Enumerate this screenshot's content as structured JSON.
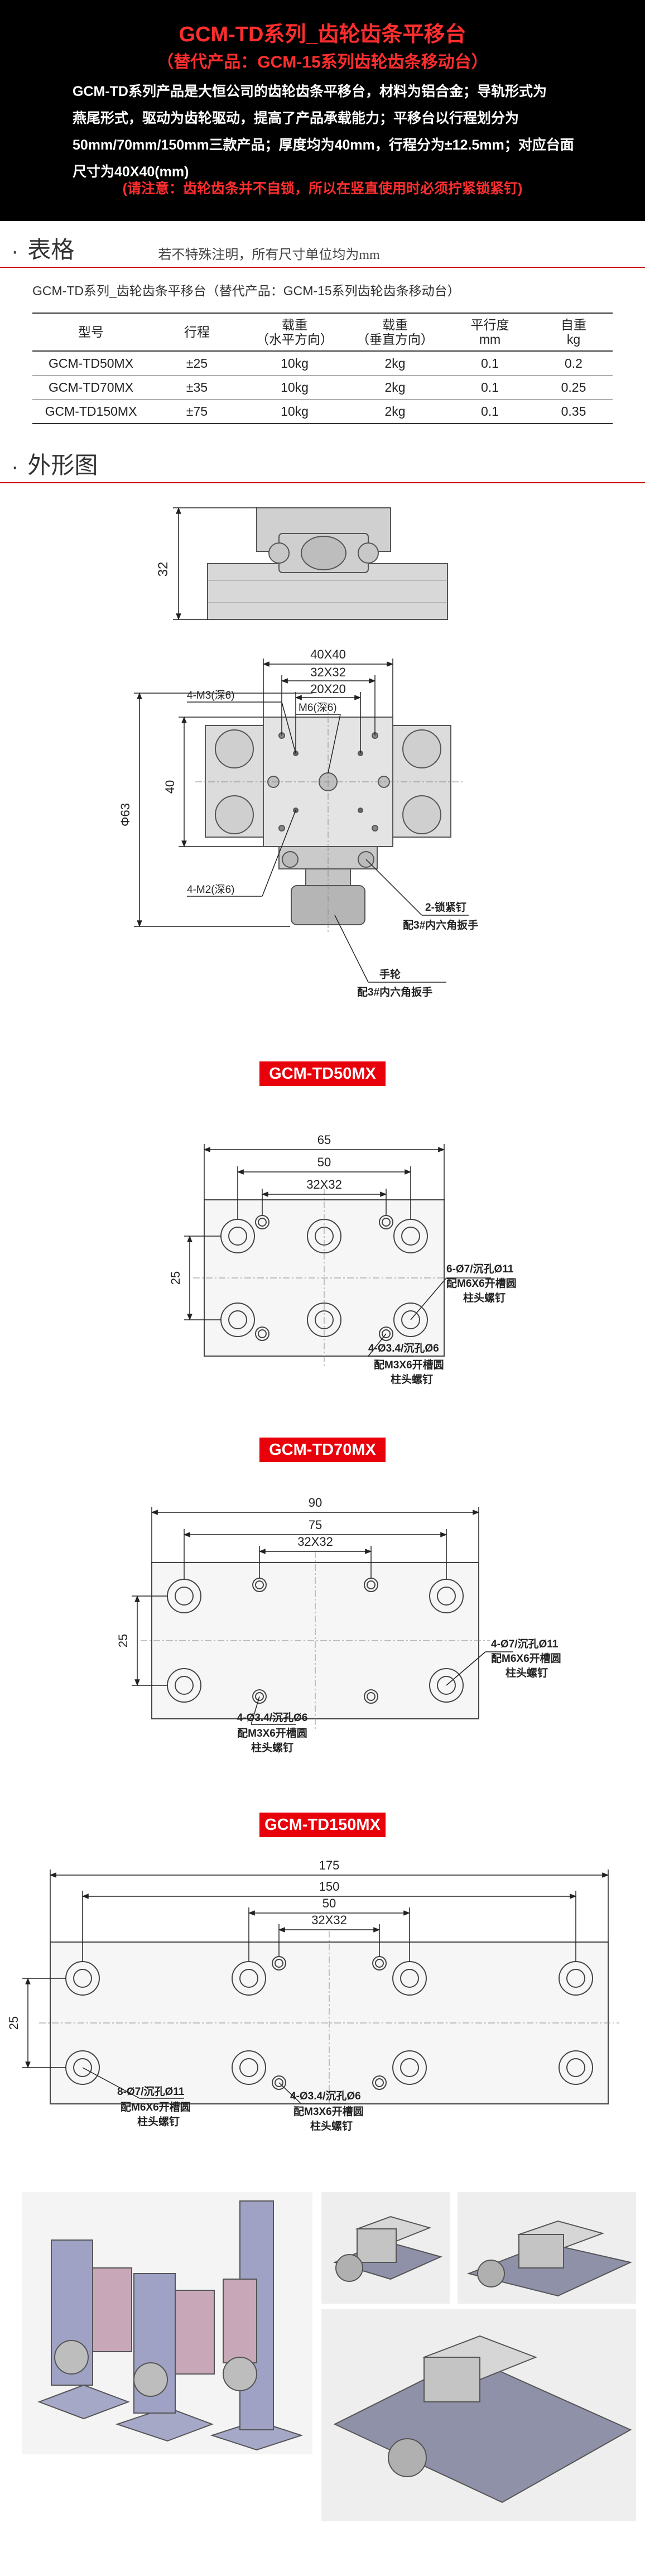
{
  "header": {
    "title": "GCM-TD系列_齿轮齿条平移台",
    "subtitle": "（替代产品：GCM-15系列齿轮齿条移动台）",
    "desc": [
      "GCM-TD系列产品是大恒公司的齿轮齿条平移台，材料为铝合金；导轨形式为",
      "燕尾形式，驱动为齿轮驱动，提高了产品承载能力；平移台以行程划分为",
      "50mm/70mm/150mm三款产品；厚度均为40mm，行程分为±12.5mm；对应台面",
      "尺寸为40X40(mm)"
    ],
    "warning": "(请注意：齿轮齿条并不自锁，所以在竖直使用时必须拧紧锁紧钉)"
  },
  "table_section": {
    "bullet": "·",
    "title": "表格",
    "note": "若不特殊注明，所有尺寸单位均为mm",
    "caption": "GCM-TD系列_齿轮齿条平移台（替代产品：GCM-15系列齿轮齿条移动台）",
    "headers": [
      [
        "型号",
        ""
      ],
      [
        "行程",
        ""
      ],
      [
        "载重",
        "（水平方向）"
      ],
      [
        "载重",
        "（垂直方向）"
      ],
      [
        "平行度",
        "mm"
      ],
      [
        "自重",
        "kg"
      ]
    ],
    "rows": [
      [
        "GCM-TD50MX",
        "±25",
        "10kg",
        "2kg",
        "0.1",
        "0.2"
      ],
      [
        "GCM-TD70MX",
        "±35",
        "10kg",
        "2kg",
        "0.1",
        "0.25"
      ],
      [
        "GCM-TD150MX",
        "±75",
        "10kg",
        "2kg",
        "0.1",
        "0.35"
      ]
    ]
  },
  "drawing_section": {
    "bullet": "·",
    "title": "外形图"
  },
  "top_drawing": {
    "dims": {
      "height32": "32",
      "w40x40": "40X40",
      "w32x32": "32X32",
      "w20x20": "20X20",
      "h40": "40",
      "phi63": "Φ63"
    },
    "labels": {
      "m3": "4-M3(深6)",
      "m6": "M6(深6)",
      "m2": "4-M2(深6)",
      "lock1": "2-锁紧钉",
      "lock2": "配3#内六角扳手",
      "wheel1": "手轮",
      "wheel2": "配3#内六角扳手"
    }
  },
  "td50": {
    "badge": "GCM-TD50MX",
    "dims": {
      "w": "65",
      "a": "50",
      "b": "32X32",
      "h": "25"
    },
    "callout_big": [
      "6-Ø7/沉孔Ø11",
      "配M6X6开槽圆",
      "柱头螺钉"
    ],
    "callout_small": [
      "4-Ø3.4/沉孔Ø6",
      "配M3X6开槽圆",
      "柱头螺钉"
    ]
  },
  "td70": {
    "badge": "GCM-TD70MX",
    "dims": {
      "w": "90",
      "a": "75",
      "b": "32X32",
      "h": "25"
    },
    "callout_big": [
      "4-Ø7/沉孔Ø11",
      "配M6X6开槽圆",
      "柱头螺钉"
    ],
    "callout_small": [
      "4-Ø3.4/沉孔Ø6",
      "配M3X6开槽圆",
      "柱头螺钉"
    ]
  },
  "td150": {
    "badge": "GCM-TD150MX",
    "dims": {
      "w": "175",
      "a": "150",
      "b": "50",
      "c": "32X32",
      "h": "25"
    },
    "callout_big": [
      "8-Ø7/沉孔Ø11",
      "配M6X6开槽圆",
      "柱头螺钉"
    ],
    "callout_small": [
      "4-Ø3.4/沉孔Ø6",
      "配M3X6开槽圆",
      "柱头螺钉"
    ]
  },
  "colors": {
    "accent": "#e8000b",
    "header_bg": "#000000",
    "header_red": "#ff2e2e",
    "part_gray": "#d4d4d4"
  }
}
